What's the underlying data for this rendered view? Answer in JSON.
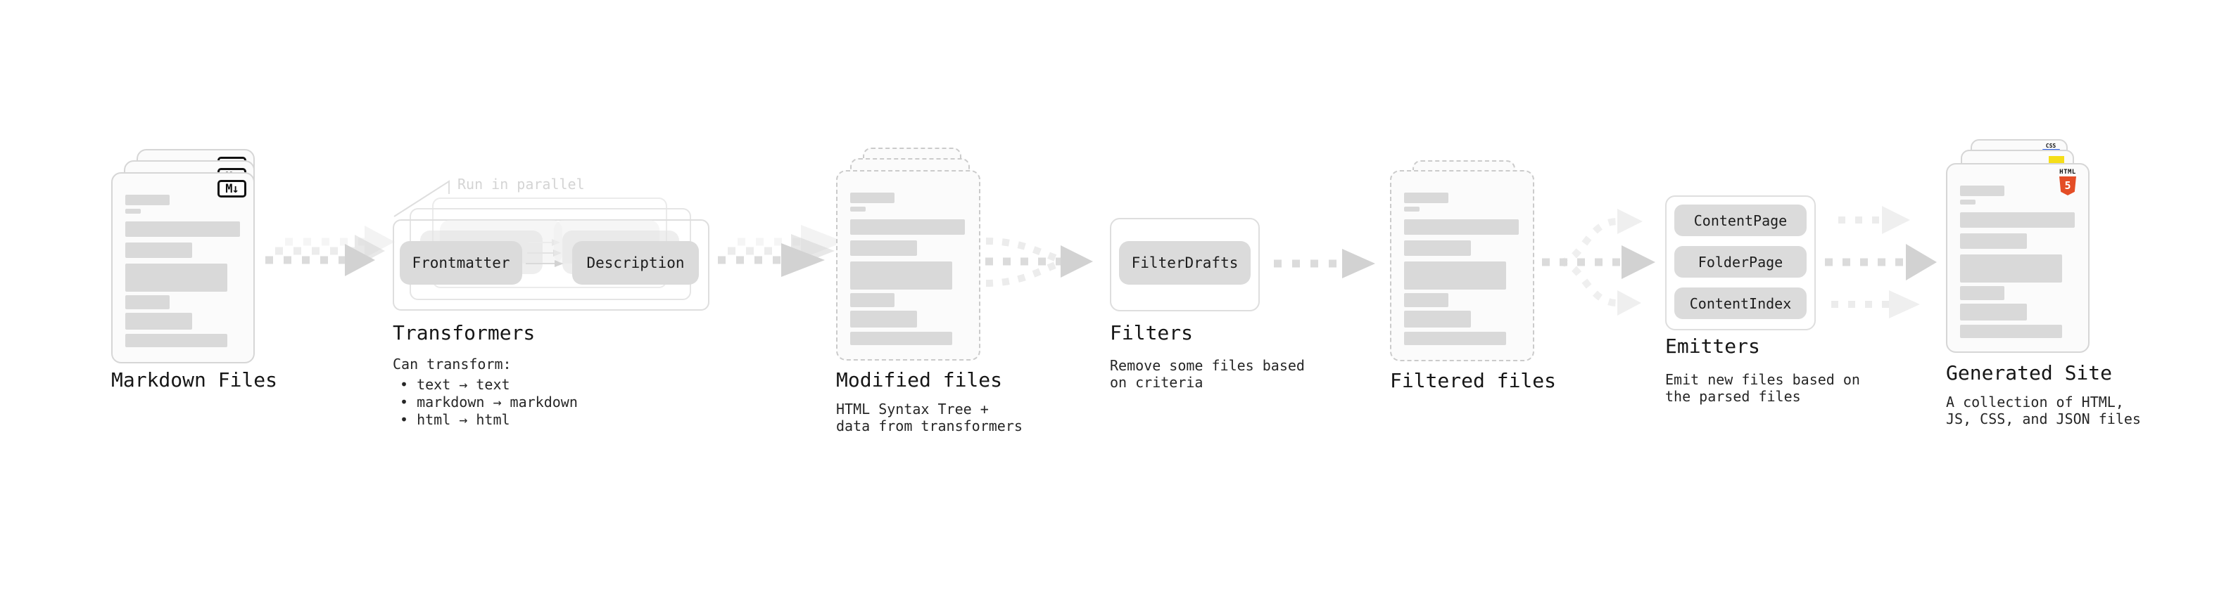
{
  "annotation": {
    "run_in_parallel": "Run in parallel"
  },
  "colors": {
    "html5_orange": "#e44d26",
    "js_yellow": "#f5de19",
    "css_blue": "#2b5ce6",
    "placeholder_gray": "#d9d9d9"
  },
  "stages": {
    "markdown": {
      "title": "Markdown Files",
      "badge": "M↓"
    },
    "transformers": {
      "title": "Transformers",
      "pill_left": "Frontmatter",
      "pill_right": "Description",
      "intro": "Can transform:",
      "bullets": [
        "• text → text",
        "• markdown → markdown",
        "• html → html"
      ]
    },
    "modified": {
      "title": "Modified files",
      "lines": [
        "HTML Syntax Tree +",
        "data from transformers"
      ]
    },
    "filters": {
      "title": "Filters",
      "pill": "FilterDrafts",
      "lines": [
        "Remove some files based",
        "on criteria"
      ]
    },
    "filtered": {
      "title": "Filtered files"
    },
    "emitters": {
      "title": "Emitters",
      "pills": [
        "ContentPage",
        "FolderPage",
        "ContentIndex"
      ],
      "lines": [
        "Emit new files based on",
        "the parsed files"
      ]
    },
    "generated": {
      "title": "Generated Site",
      "lines": [
        "A collection of HTML,",
        "JS, CSS, and JSON files"
      ],
      "html_label": "HTML",
      "html_number": "5",
      "css_label": "CSS"
    }
  }
}
